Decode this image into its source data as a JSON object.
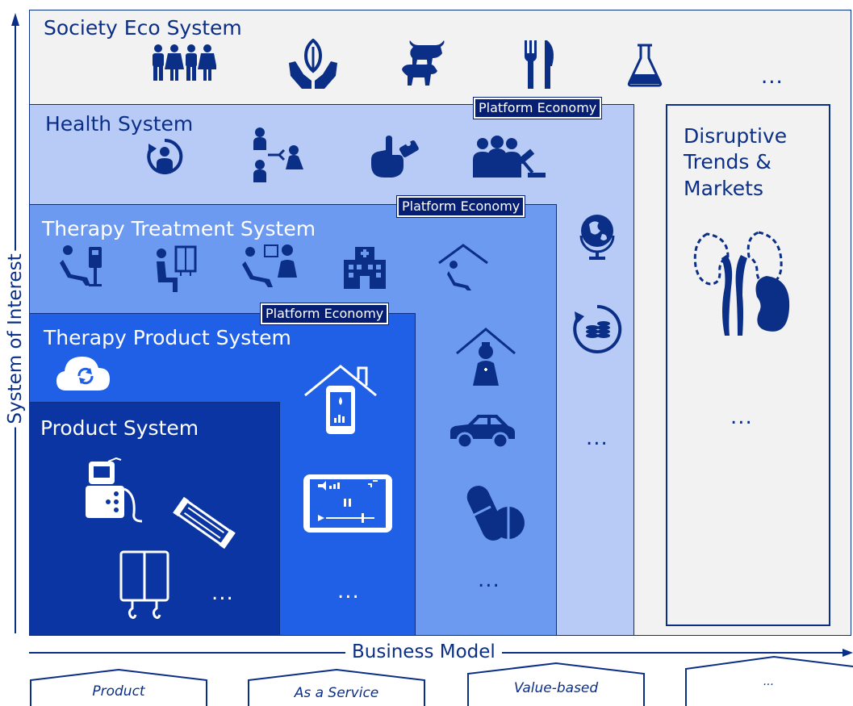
{
  "axis": {
    "y_label": "System of Interest",
    "x_label": "Business Model"
  },
  "layers": {
    "society": {
      "title": "Society Eco System",
      "more": "..."
    },
    "health": {
      "title": "Health System",
      "platform": "Platform Economy"
    },
    "therapy_treatment": {
      "title": "Therapy Treatment System",
      "platform": "Platform Economy",
      "more": "..."
    },
    "therapy_product": {
      "title": "Therapy Product System",
      "platform": "Platform Economy",
      "more": "..."
    },
    "product": {
      "title": "Product System",
      "more": "..."
    },
    "trends": {
      "title_line1": "Disruptive",
      "title_line2": "Trends &",
      "title_line3": "Markets",
      "more": "..."
    }
  },
  "business_models": [
    "Product",
    "As a Service",
    "Value-based",
    "..."
  ],
  "colors": {
    "society": "#f2f2f2",
    "health": "#b7cbf6",
    "therapy_treatment": "#6d9af1",
    "therapy_product": "#1f60e6",
    "product": "#0a35a2",
    "dark": "#0b2f86",
    "platform": "#061f73"
  }
}
